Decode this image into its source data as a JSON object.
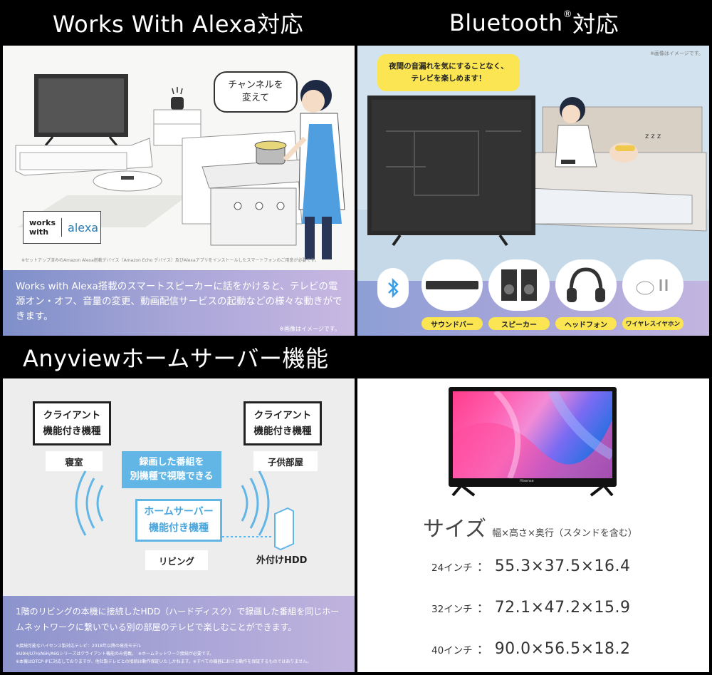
{
  "panels": {
    "alexa": {
      "header": "Works With Alexa対応",
      "bubble_line1": "チャンネルを",
      "bubble_line2": "変えて",
      "badge_works": "works",
      "badge_with": "with",
      "badge_alexa": "alexa",
      "small_note": "※セットアップ済みのAmazon Alexa搭載デバイス（Amazon Echo デバイス）及びAlexaアプリをインストールしたスマートフォンのご用意が必要です。",
      "description": "Works with Alexa搭載のスマートスピーカーに話をかけると、テレビの電源オン・オフ、音量の変更、動画配信サービスの起動などの様々な動きができます。",
      "image_note": "※画像はイメージです。"
    },
    "bluetooth": {
      "header": "Bluetooth",
      "header_reg": "®",
      "header_suffix": "対応",
      "image_note": "※画像はイメージです。",
      "bubble_line1": "夜間の音漏れを気にすることなく、",
      "bubble_line2": "テレビを楽しめます！",
      "devices": [
        "サウンドバー",
        "スピーカー",
        "ヘッドフォン",
        "ワイヤレスイヤホン"
      ]
    },
    "anyview": {
      "header": "Anyviewホームサーバー機能",
      "client_line1": "クライアント",
      "client_line2": "機能付き機種",
      "room_bedroom": "寝室",
      "room_kids": "子供部屋",
      "room_living": "リビング",
      "blue_line1": "録画した番組を",
      "blue_line2": "別機種で視聴できる",
      "server_line1": "ホームサーバー",
      "server_line2": "機能付き機種",
      "hdd": "外付けHDD",
      "description": "1階のリビングの本機に接続したHDD（ハードディスク）で録画した番組を同じホームネットワークに繋いでいる別の部屋のテレビで楽しむことができます。",
      "small_note1": "※接続可能なハイセンス製対応テレビ：2018年以降の発売モデル",
      "small_note2": "※U9H/U7H/A6H/A6Gシリーズはクライアント機能のみ搭載。　※ホームネットワーク接続が必要です。",
      "small_note3": "※本機はDTCP-IPに対応しておりますが、他社製テレビとの接続は動作保証いたしかねます。※すべての機器における動作を保証するものではありません。"
    },
    "size": {
      "title": "サイズ",
      "subtitle": "幅×高さ×奥行（スタンドを含む）",
      "rows": [
        {
          "label": "24インチ",
          "value": "55.3×37.5×16.4"
        },
        {
          "label": "32インチ",
          "value": "72.1×47.2×15.9"
        },
        {
          "label": "40インチ",
          "value": "90.0×56.5×18.2"
        }
      ],
      "colon": "：",
      "brand": "Hisense"
    }
  }
}
